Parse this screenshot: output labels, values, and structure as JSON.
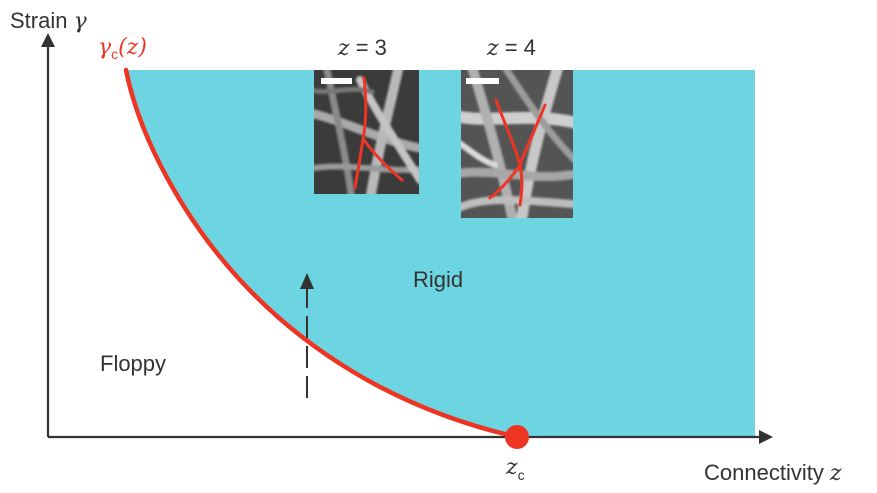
{
  "axes": {
    "y_label": "Strain",
    "y_symbol": "γ",
    "x_label": "Connectivity",
    "x_symbol": "z"
  },
  "curve_label": {
    "symbol": "γ",
    "subscript": "c",
    "argument": "(z)"
  },
  "critical_point": {
    "symbol": "z",
    "subscript": "c"
  },
  "regions": {
    "rigid": "Rigid",
    "floppy": "Floppy"
  },
  "insets": [
    {
      "var": "z",
      "eq": " = ",
      "value": "3"
    },
    {
      "var": "z",
      "eq": " = ",
      "value": "4"
    }
  ],
  "colors": {
    "rigid_fill": "#6dd5e1",
    "curve": "#ee3524",
    "axis": "#333333",
    "arrow": "#333333",
    "scale_bar": "#ffffff"
  },
  "icons": {
    "critical_point": "red-dot-marker",
    "strain_arrow": "dashed-up-arrow"
  }
}
